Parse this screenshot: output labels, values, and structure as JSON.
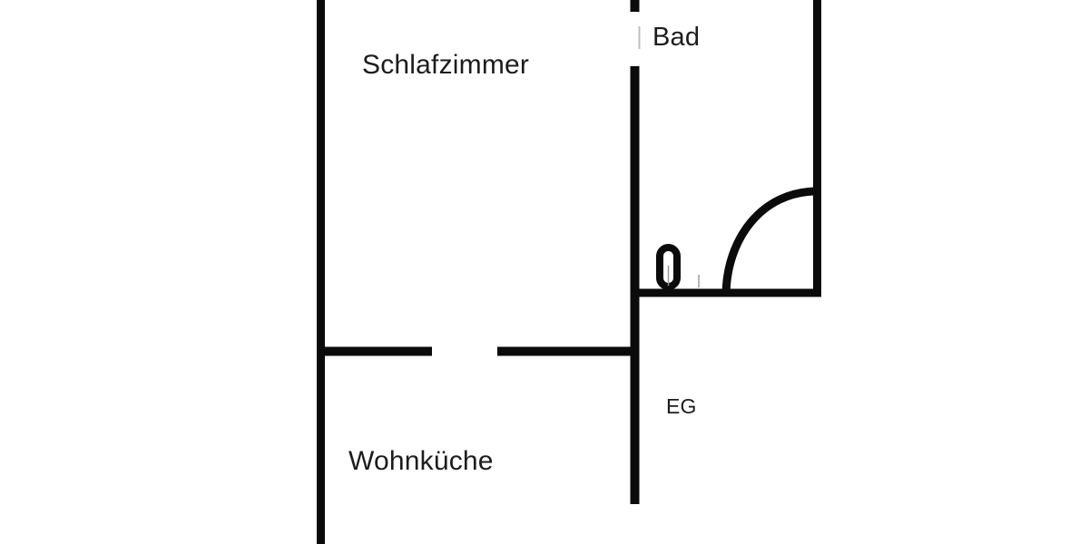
{
  "colors": {
    "background": "#ffffff",
    "wall": "#0b0b0b",
    "text": "#1c1c1c",
    "faint_line": "#9a9a9a",
    "door_leaf": "#bdbdbd"
  },
  "floorplan": {
    "floor_label": "EG",
    "room_labels": {
      "bedroom": "Schlafzimmer",
      "bathroom": "Bad",
      "living_kitchen": "Wohnküche"
    }
  }
}
